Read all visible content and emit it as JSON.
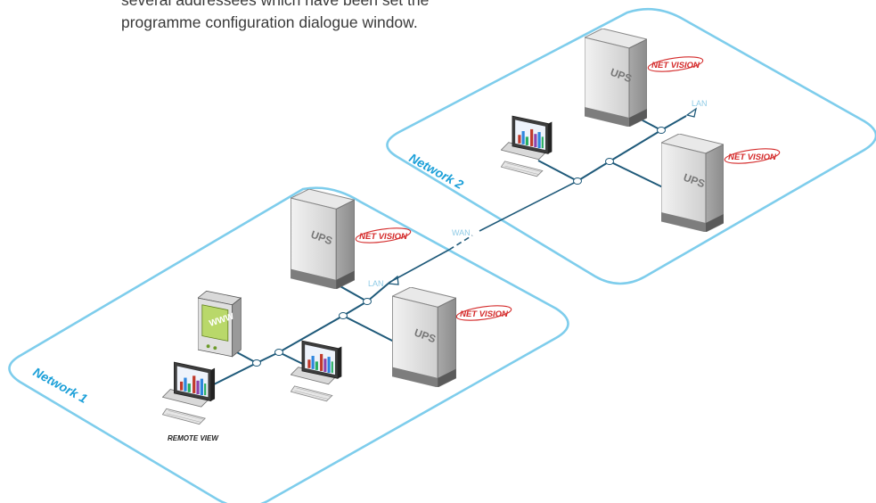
{
  "caption": {
    "line1": "several addressees which have been set the",
    "line2": "programme configuration dialogue window."
  },
  "networks": [
    {
      "label": "Network 1"
    },
    {
      "label": "Network 2"
    }
  ],
  "links": {
    "lan": "LAN",
    "wan": "WAN"
  },
  "ups_label": "UPS",
  "badge": "NET VISION",
  "www_label": "WWW",
  "remote_view": "REMOTE VIEW",
  "colors": {
    "zone_outline": "#7ecdec",
    "network_label": "#1a9fd8",
    "link_line": "#1f5a7a",
    "link_label": "#8fcbe6",
    "badge_red": "#d42a2a"
  }
}
